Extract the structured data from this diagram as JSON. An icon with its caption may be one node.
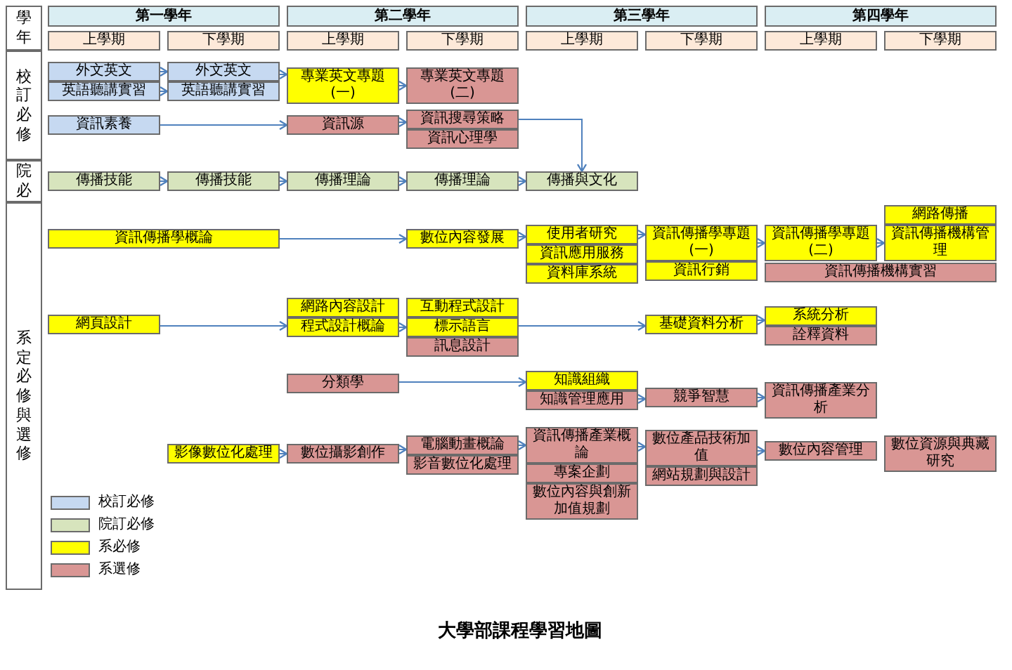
{
  "diagram": {
    "caption": "大學部課程學習地圖",
    "nodes": [
      {
        "text": [
          "學年"
        ]
      },
      {
        "text": [
          "第一學年"
        ]
      },
      {
        "text": [
          "第二學年"
        ]
      },
      {
        "text": [
          "第三學年"
        ]
      },
      {
        "text": [
          "第四學年"
        ]
      },
      {
        "text": [
          "上學期"
        ]
      },
      {
        "text": [
          "下學期"
        ]
      },
      {
        "text": [
          "上學期"
        ]
      },
      {
        "text": [
          "下學期"
        ]
      },
      {
        "text": [
          "上學期"
        ]
      },
      {
        "text": [
          "下學期"
        ]
      },
      {
        "text": [
          "上學期"
        ]
      },
      {
        "text": [
          "下學期"
        ]
      },
      {
        "text": [
          "校訂必修"
        ]
      },
      {
        "text": [
          "外文英文"
        ]
      },
      {
        "text": [
          "英語聽講實習"
        ]
      },
      {
        "text": [
          "外文英文"
        ]
      },
      {
        "text": [
          "英語聽講實習"
        ]
      },
      {
        "text": [
          "專業英文專題(一)"
        ]
      },
      {
        "text": [
          "專業英文專題(二)"
        ]
      },
      {
        "text": [
          "資訊素養"
        ]
      },
      {
        "text": [
          "資訊源"
        ]
      },
      {
        "text": [
          "資訊搜尋策略"
        ]
      },
      {
        "text": [
          "資訊心理學"
        ]
      },
      {
        "text": [
          "院必"
        ]
      },
      {
        "text": [
          "傳播技能"
        ]
      },
      {
        "text": [
          "傳播技能"
        ]
      },
      {
        "text": [
          "傳播理論"
        ]
      },
      {
        "text": [
          "傳播理論"
        ]
      },
      {
        "text": [
          "傳播與文化"
        ]
      },
      {
        "text": [
          "系定必修與選修"
        ]
      },
      {
        "text": [
          "網路傳播"
        ]
      },
      {
        "text": [
          "資訊傳播機構管理"
        ]
      },
      {
        "text": [
          "資訊傳播學概論"
        ]
      },
      {
        "text": [
          "數位內容發展"
        ]
      },
      {
        "text": [
          "使用者研究"
        ]
      },
      {
        "text": [
          "資訊應用服務"
        ]
      },
      {
        "text": [
          "資料庫系統"
        ]
      },
      {
        "text": [
          "資訊傳播學專題(一)"
        ]
      },
      {
        "text": [
          "資訊行銷"
        ]
      },
      {
        "text": [
          "資訊傳播學專題(二)"
        ]
      },
      {
        "text": [
          "資訊傳播機構實習"
        ]
      },
      {
        "text": [
          "網頁設計"
        ]
      },
      {
        "text": [
          "網路內容設計"
        ]
      },
      {
        "text": [
          "程式設計概論"
        ]
      },
      {
        "text": [
          "互動程式設計"
        ]
      },
      {
        "text": [
          "標示語言"
        ]
      },
      {
        "text": [
          "訊息設計"
        ]
      },
      {
        "text": [
          "基礎資料分析"
        ]
      },
      {
        "text": [
          "系統分析"
        ]
      },
      {
        "text": [
          "詮釋資料"
        ]
      },
      {
        "text": [
          "分類學"
        ]
      },
      {
        "text": [
          "知識組織"
        ]
      },
      {
        "text": [
          "知識管理應用"
        ]
      },
      {
        "text": [
          "競爭智慧"
        ]
      },
      {
        "text": [
          "資訊傳播產業分析"
        ]
      },
      {
        "text": [
          "影像數位化處理"
        ]
      },
      {
        "text": [
          "數位攝影創作"
        ]
      },
      {
        "text": [
          "電腦動畫概論"
        ]
      },
      {
        "text": [
          "影音數位化處理"
        ]
      },
      {
        "text": [
          "資訊傳播產業概論"
        ]
      },
      {
        "text": [
          "專案企劃"
        ]
      },
      {
        "text": [
          "數位內容與創新加值規劃"
        ]
      },
      {
        "text": [
          "數位產品技術加值"
        ]
      },
      {
        "text": [
          "網站規劃與設計"
        ]
      },
      {
        "text": [
          "數位內容管理"
        ]
      },
      {
        "text": [
          "數位資源與典藏研究"
        ]
      }
    ],
    "edges": [
      {
        "from": 14,
        "to": 16,
        "arrow": "to"
      },
      {
        "from": 15,
        "to": 17,
        "arrow": "to"
      },
      {
        "from": 16,
        "to": 18,
        "arrow": "to"
      },
      {
        "from": 18,
        "to": 19,
        "arrow": "to"
      },
      {
        "from": 20,
        "to": 21,
        "arrow": "to"
      },
      {
        "from": 21,
        "to": 22,
        "arrow": "to"
      },
      {
        "from": 22,
        "to": 29,
        "arrow": "to"
      },
      {
        "from": 25,
        "to": 26,
        "arrow": "to"
      },
      {
        "from": 26,
        "to": 27,
        "arrow": "to"
      },
      {
        "from": 27,
        "to": 28,
        "arrow": "to"
      },
      {
        "from": 28,
        "to": 29,
        "arrow": "to"
      },
      {
        "from": 33,
        "to": 34,
        "arrow": "to"
      },
      {
        "from": 34,
        "to": 35,
        "arrow": "to"
      },
      {
        "from": 35,
        "to": 38,
        "arrow": "to"
      },
      {
        "from": 38,
        "to": 40,
        "arrow": "to"
      },
      {
        "from": 40,
        "to": 32,
        "arrow": "to"
      },
      {
        "from": 42,
        "to": 44,
        "arrow": "to"
      },
      {
        "from": 44,
        "to": 46,
        "arrow": "to"
      },
      {
        "from": 46,
        "to": 48,
        "arrow": "to"
      },
      {
        "from": 48,
        "to": 49,
        "arrow": "to"
      },
      {
        "from": 51,
        "to": 52,
        "arrow": "to"
      },
      {
        "from": 53,
        "to": 54,
        "arrow": "to"
      },
      {
        "from": 54,
        "to": 55,
        "arrow": "to"
      },
      {
        "from": 56,
        "to": 57,
        "arrow": "to"
      },
      {
        "from": 57,
        "to": 58,
        "arrow": "to"
      },
      {
        "from": 58,
        "to": 60,
        "arrow": "to"
      },
      {
        "from": 60,
        "to": 63,
        "arrow": "to"
      },
      {
        "from": 63,
        "to": 65,
        "arrow": "to"
      }
    ],
    "legend": [
      {
        "text": "校訂必修",
        "color": "#c6d9f1"
      },
      {
        "text": "院訂必修",
        "color": "#d7e4bd"
      },
      {
        "text": "系必修",
        "color": "#ffff00"
      },
      {
        "text": "系選修",
        "color": "#d99694"
      }
    ]
  }
}
